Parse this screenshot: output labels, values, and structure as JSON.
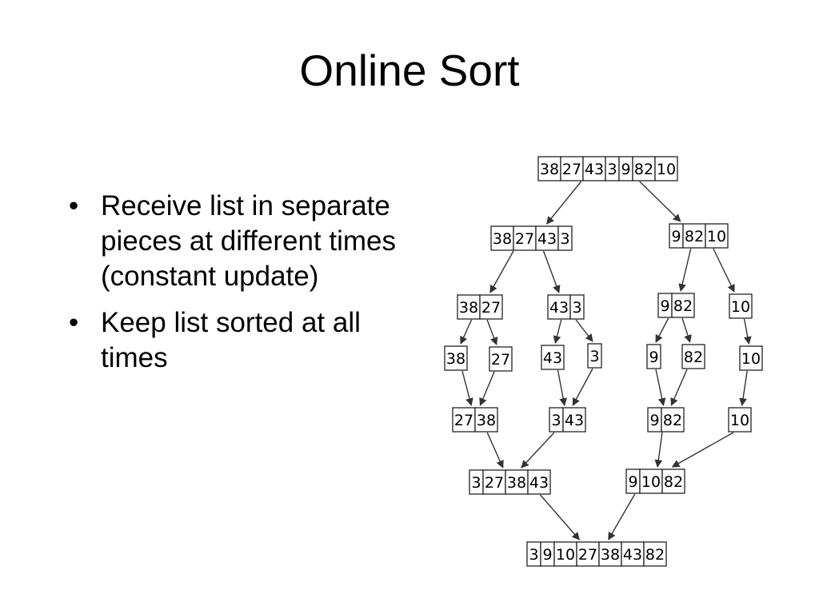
{
  "slide": {
    "title": "Online Sort",
    "bullets": [
      "Receive list in separate pieces at different times (constant update)",
      "Keep list sorted at all times"
    ]
  },
  "diagram": {
    "type": "merge-sort-tree",
    "colors": {
      "stroke": "#222222",
      "fill": "#ffffff",
      "text": "#000000"
    },
    "nodes": [
      {
        "id": "n0",
        "values": [
          "38",
          "27",
          "43",
          "3",
          "9",
          "82",
          "10"
        ]
      },
      {
        "id": "n1",
        "values": [
          "38",
          "27",
          "43",
          "3"
        ]
      },
      {
        "id": "n2",
        "values": [
          "9",
          "82",
          "10"
        ]
      },
      {
        "id": "n3",
        "values": [
          "38",
          "27"
        ]
      },
      {
        "id": "n4",
        "values": [
          "43",
          "3"
        ]
      },
      {
        "id": "n5",
        "values": [
          "9",
          "82"
        ]
      },
      {
        "id": "n6",
        "values": [
          "10"
        ]
      },
      {
        "id": "n7",
        "values": [
          "38"
        ]
      },
      {
        "id": "n8",
        "values": [
          "27"
        ]
      },
      {
        "id": "n9",
        "values": [
          "43"
        ]
      },
      {
        "id": "n10",
        "values": [
          "3"
        ]
      },
      {
        "id": "n11",
        "values": [
          "9"
        ]
      },
      {
        "id": "n12",
        "values": [
          "82"
        ]
      },
      {
        "id": "n13",
        "values": [
          "10"
        ]
      },
      {
        "id": "n14",
        "values": [
          "27",
          "38"
        ]
      },
      {
        "id": "n15",
        "values": [
          "3",
          "43"
        ]
      },
      {
        "id": "n16",
        "values": [
          "9",
          "82"
        ]
      },
      {
        "id": "n17",
        "values": [
          "10"
        ]
      },
      {
        "id": "n18",
        "values": [
          "3",
          "27",
          "38",
          "43"
        ]
      },
      {
        "id": "n19",
        "values": [
          "9",
          "10",
          "82"
        ]
      },
      {
        "id": "n20",
        "values": [
          "3",
          "9",
          "10",
          "27",
          "38",
          "43",
          "82"
        ]
      }
    ],
    "edges": [
      [
        "n0",
        "n1"
      ],
      [
        "n0",
        "n2"
      ],
      [
        "n1",
        "n3"
      ],
      [
        "n1",
        "n4"
      ],
      [
        "n2",
        "n5"
      ],
      [
        "n2",
        "n6"
      ],
      [
        "n3",
        "n7"
      ],
      [
        "n3",
        "n8"
      ],
      [
        "n4",
        "n9"
      ],
      [
        "n4",
        "n10"
      ],
      [
        "n5",
        "n11"
      ],
      [
        "n5",
        "n12"
      ],
      [
        "n6",
        "n13"
      ],
      [
        "n7",
        "n14"
      ],
      [
        "n8",
        "n14"
      ],
      [
        "n9",
        "n15"
      ],
      [
        "n10",
        "n15"
      ],
      [
        "n11",
        "n16"
      ],
      [
        "n12",
        "n16"
      ],
      [
        "n13",
        "n17"
      ],
      [
        "n14",
        "n18"
      ],
      [
        "n15",
        "n18"
      ],
      [
        "n16",
        "n19"
      ],
      [
        "n17",
        "n19"
      ],
      [
        "n18",
        "n20"
      ],
      [
        "n19",
        "n20"
      ]
    ]
  }
}
